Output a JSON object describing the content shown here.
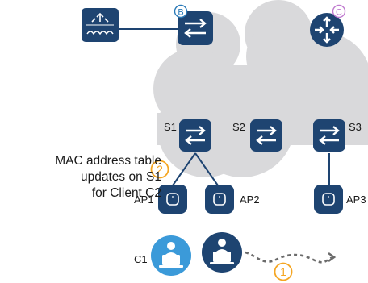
{
  "nodes": {
    "b_marker": "B",
    "c_marker": "C",
    "s1": "S1",
    "s2": "S2",
    "s3": "S3",
    "ap1": "AP1",
    "ap2": "AP2",
    "ap3": "AP3",
    "c1": "C1"
  },
  "steps": {
    "one": "1",
    "two": "2"
  },
  "caption": {
    "line1": "MAC address table",
    "line2": "updates on S1",
    "line3": "for Client C2"
  },
  "colors": {
    "device": "#1e4471",
    "cloud": "#d9d9db",
    "step": "#f5a623",
    "marker_b": "#2a7ab8",
    "marker_c": "#c07bd0",
    "client_light": "#3b9ad9",
    "client_dark": "#1e4471",
    "path": "#6b6b6b"
  },
  "icons": {
    "controller": "wireless-controller-icon",
    "switch": "switch-icon",
    "router": "router-icon",
    "access_point": "access-point-icon",
    "client": "laptop-user-icon"
  }
}
